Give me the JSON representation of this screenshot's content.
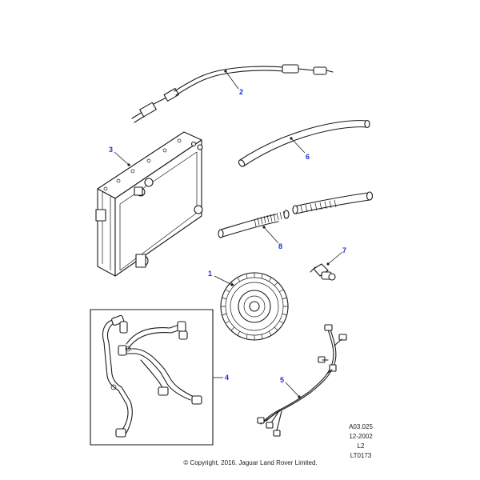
{
  "callouts": {
    "c1": "1",
    "c2": "2",
    "c3": "3",
    "c4": "4",
    "c5": "5",
    "c6": "6",
    "c7": "7",
    "c8": "8"
  },
  "stamp": {
    "ref": "A03.025",
    "date": "12-2002",
    "level": "L2",
    "code": "LT0173"
  },
  "copyright": "© Copyright, 2016. Jaguar Land Rover Limited.",
  "colors": {
    "callout": "#1a2fd6",
    "line": "#1a1a1a"
  }
}
